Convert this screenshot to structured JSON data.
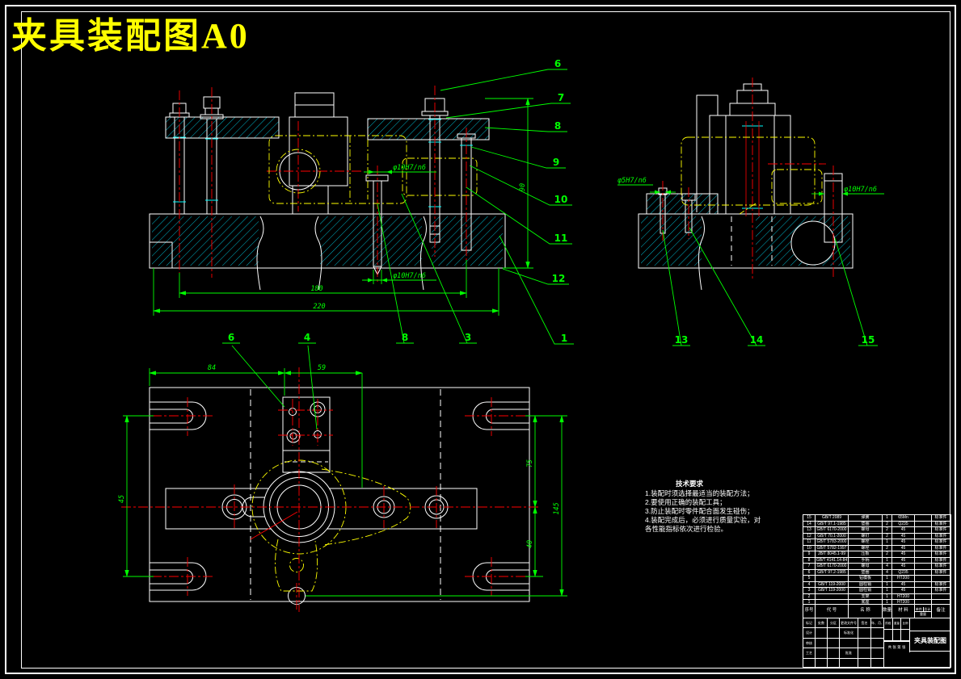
{
  "title": "夹具装配图A0",
  "colors": {
    "background": "#000000",
    "outline": "#ffffff",
    "dimension": "#00ff00",
    "centerline": "#ff0000",
    "hidden": "#ffff00",
    "hatch": "#00ffff",
    "title_text": "#ffff00"
  },
  "front_view": {
    "dim_width_inner": "180",
    "dim_width_outer": "220",
    "dim_height": "90",
    "fit_pin_upper": "φ10H7/n6",
    "fit_pin_lower": "φ10H7/n6"
  },
  "side_view": {
    "fit_pin_left": "φ5H7/n6",
    "fit_pin_right": "φ10H7/n6"
  },
  "plan_view": {
    "dim_a": "84",
    "dim_b": "59",
    "dim_left": "45",
    "dim_right_upper": "75",
    "dim_right_lower": "40",
    "dim_right_outer": "145"
  },
  "callouts": {
    "right": [
      "6",
      "7",
      "8",
      "9",
      "10",
      "11",
      "12"
    ],
    "bottom": [
      "6",
      "4",
      "8",
      "3",
      "1"
    ],
    "side": [
      "13",
      "14",
      "15"
    ]
  },
  "tech_requirements": {
    "heading": "技术要求",
    "lines": [
      "1.装配时须选择最适当的装配方法；",
      "2.要使用正确的装配工具；",
      "3.防止装配时零件配合面发生碰伤；",
      "4.装配完成后，必须进行质量实验，对",
      "各性能指标依次进行检验。"
    ]
  },
  "bom": {
    "headers": {
      "no": "序号",
      "code": "代  号",
      "name": "名  称",
      "qty": "数量",
      "material": "材  料",
      "unit": "单件",
      "total": "总计",
      "weight": "重量",
      "remark": "备注"
    },
    "rows": [
      {
        "no": "15",
        "code": "GB/T 2089",
        "name": "弹簧",
        "qty": "1",
        "material": "65Mn",
        "weight": "",
        "remark": "标准件"
      },
      {
        "no": "14",
        "code": "GB/T 97.1-1985",
        "name": "垫圈",
        "qty": "2",
        "material": "Q235",
        "weight": "",
        "remark": "标准件"
      },
      {
        "no": "13",
        "code": "GB/T 6170-2000",
        "name": "螺母",
        "qty": "2",
        "material": "45",
        "weight": "",
        "remark": "标准件"
      },
      {
        "no": "12",
        "code": "GB/T 70.1-2000",
        "name": "螺钉",
        "qty": "2",
        "material": "45",
        "weight": "",
        "remark": "标准件"
      },
      {
        "no": "11",
        "code": "GB/T 5783-2000",
        "name": "螺栓",
        "qty": "1",
        "material": "45",
        "weight": "",
        "remark": "标准件"
      },
      {
        "no": "10",
        "code": "GB/T 5782-1997",
        "name": "螺栓",
        "qty": "2",
        "material": "45",
        "weight": "",
        "remark": "标准件"
      },
      {
        "no": "9",
        "code": "JB/T 8045.1-99",
        "name": "压板",
        "qty": "2",
        "material": "45",
        "weight": "",
        "remark": "标准件"
      },
      {
        "no": "8",
        "code": "GB/T 4141.14-84",
        "name": "手柄",
        "qty": "1",
        "material": "45",
        "weight": "",
        "remark": "标准件"
      },
      {
        "no": "7",
        "code": "GB/T 6170-2000",
        "name": "螺母",
        "qty": "4",
        "material": "45",
        "weight": "",
        "remark": "标准件"
      },
      {
        "no": "6",
        "code": "GB/T 97.2-1985",
        "name": "垫圈",
        "qty": "4",
        "material": "Q235",
        "weight": "",
        "remark": "标准件"
      },
      {
        "no": "5",
        "code": "",
        "name": "钻模板",
        "qty": "1",
        "material": "HT200",
        "weight": "",
        "remark": ""
      },
      {
        "no": "4",
        "code": "GB/T 119-2000",
        "name": "圆柱销",
        "qty": "1",
        "material": "45",
        "weight": "",
        "remark": "标准件"
      },
      {
        "no": "3",
        "code": "GB/T 119-2000",
        "name": "圆柱销",
        "qty": "1",
        "material": "45",
        "weight": "",
        "remark": "标准件"
      },
      {
        "no": "2",
        "code": "",
        "name": "支架",
        "qty": "1",
        "material": "HT200",
        "weight": "",
        "remark": ""
      },
      {
        "no": "1",
        "code": "",
        "name": "底座",
        "qty": "1",
        "material": "HT200",
        "weight": "",
        "remark": ""
      }
    ]
  },
  "title_block": {
    "drawing_name": "夹具装配图",
    "left_cells": [
      "标记",
      "处数",
      "分区",
      "更改文件号",
      "签名",
      "年、月、日",
      "设计",
      "",
      "",
      "标准化",
      "",
      "",
      "审核",
      "",
      "",
      "",
      "",
      "",
      "工艺",
      "",
      "",
      "批准",
      "",
      "",
      "",
      "",
      "",
      "",
      "",
      ""
    ],
    "stage_label": "阶段标记",
    "weight_label": "重量",
    "scale_label": "比例",
    "sheet_label": "共 张 第 张"
  }
}
